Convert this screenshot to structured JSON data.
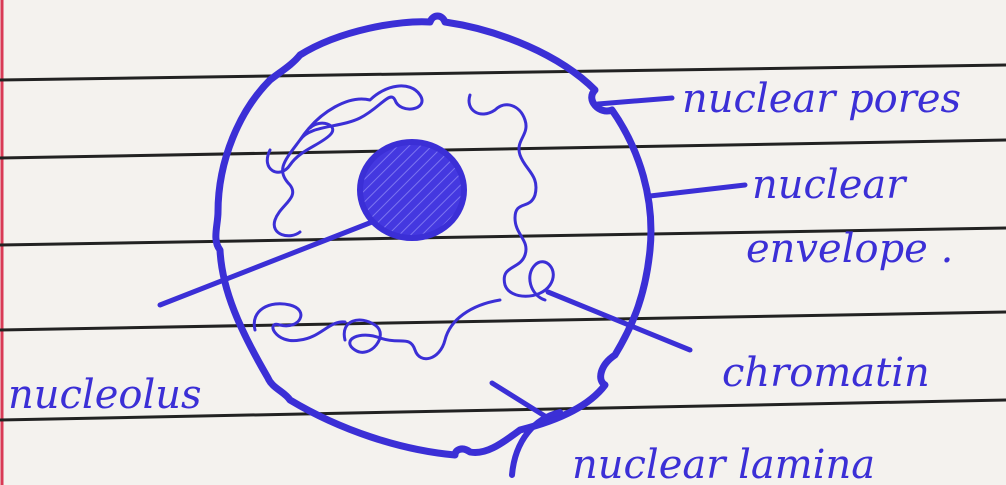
{
  "labels": {
    "nuclear_pores": "nuclear pores",
    "nuclear_envelope_line1": "nuclear",
    "nuclear_envelope_line2": "envelope .",
    "chromatin": "chromatin",
    "nucleolus": "nucleolus",
    "nuclear_lamina": "nuclear lamina"
  },
  "colors": {
    "ink": "#3b2fd6",
    "paper": "#f4f2ee",
    "ruled_line": "#222222",
    "margin": "#d93a55"
  }
}
